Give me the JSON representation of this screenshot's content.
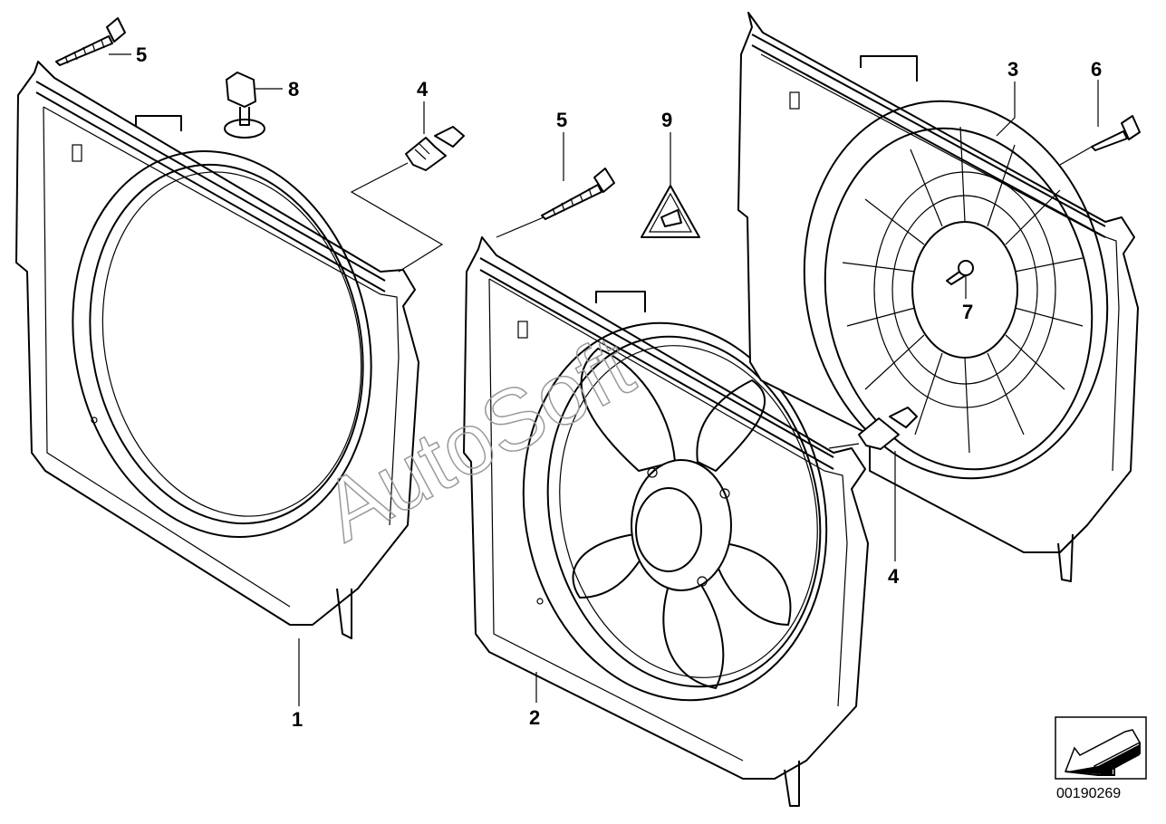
{
  "diagram": {
    "part_labels": {
      "p1": "1",
      "p2": "2",
      "p3": "3",
      "p4a": "4",
      "p4b": "4",
      "p5a": "5",
      "p5b": "5",
      "p6": "6",
      "p7": "7",
      "p8": "8",
      "p9": "9"
    },
    "document_number": "00190269",
    "watermark": "AutoSoft"
  }
}
